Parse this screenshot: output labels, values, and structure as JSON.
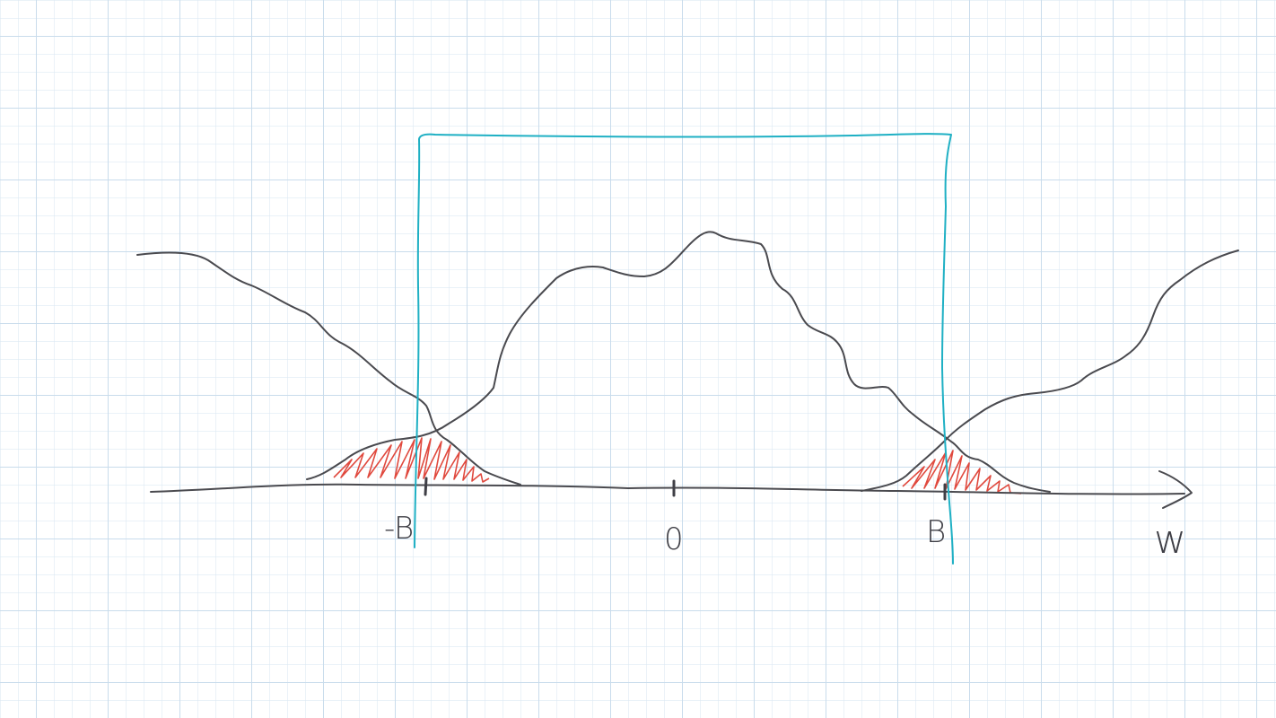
{
  "diagram": {
    "labels": {
      "neg_b": "-B",
      "zero": "0",
      "pos_b": "B",
      "axis": "w"
    },
    "colors": {
      "grid_minor": "#dde9f3",
      "grid_major": "#c9dcec",
      "ink": "#4a4a4f",
      "filter": "#1fb0c4",
      "alias": "#e0493e"
    }
  }
}
